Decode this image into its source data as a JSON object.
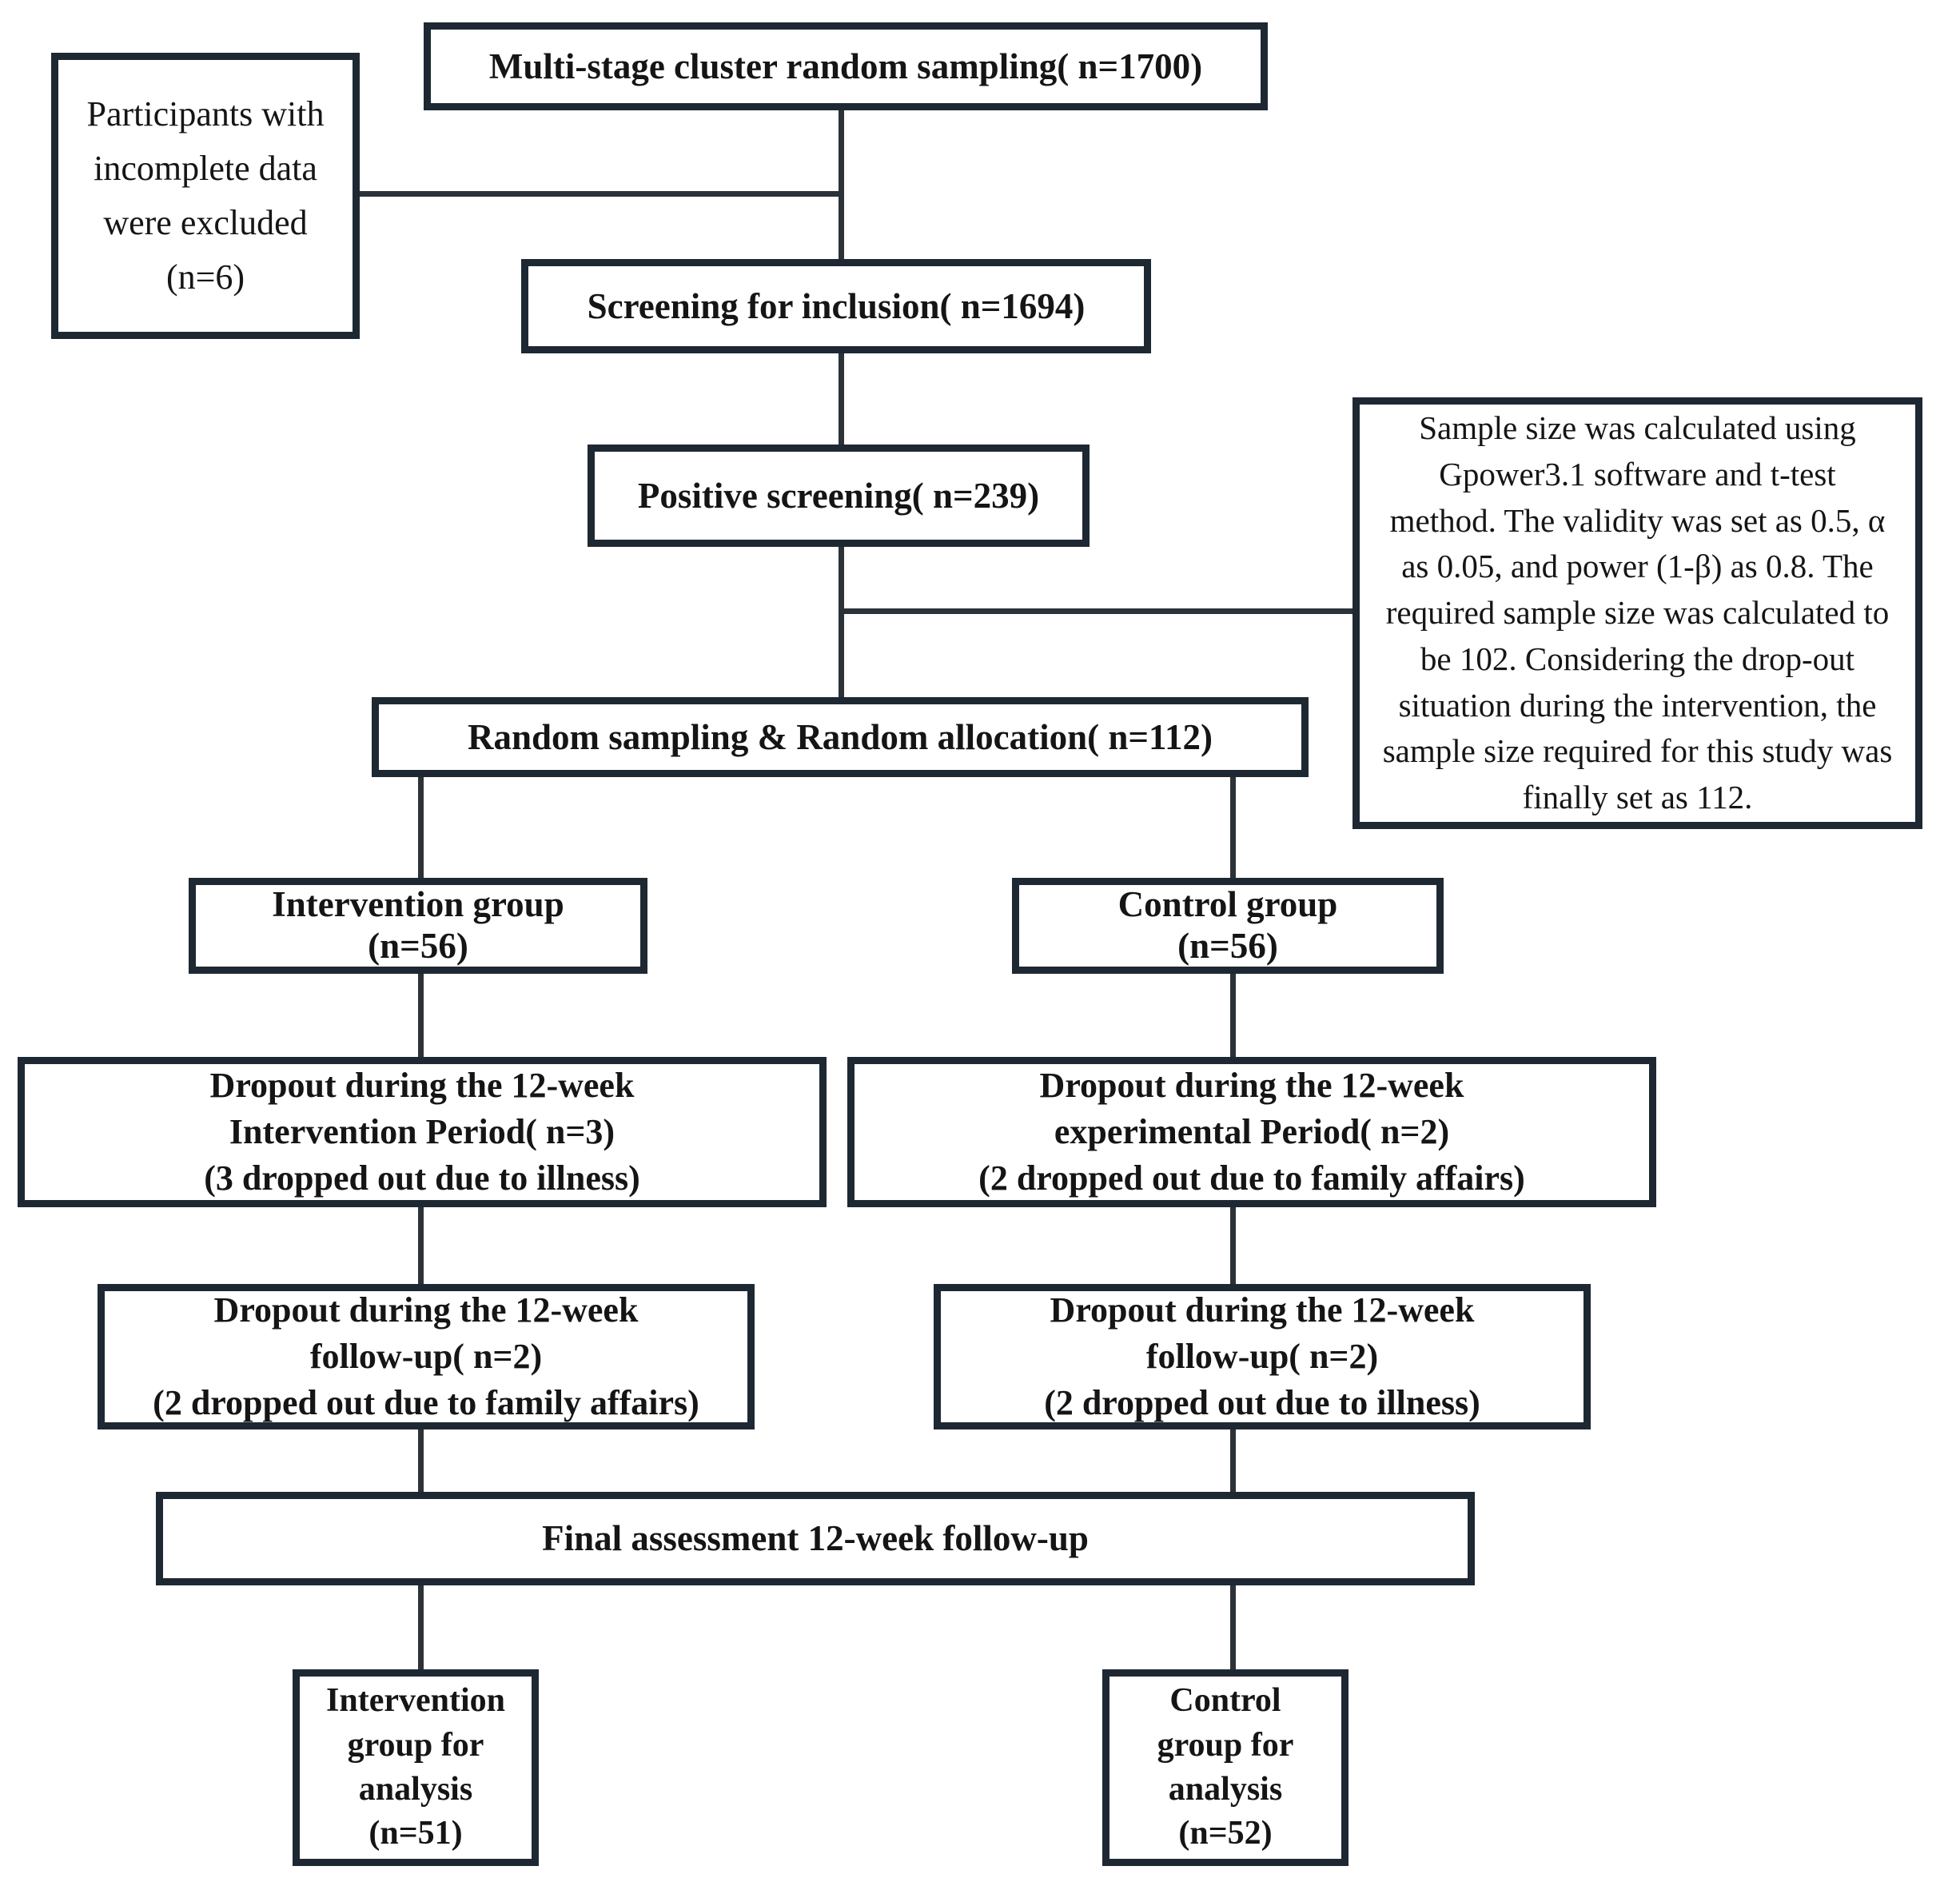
{
  "diagram": {
    "type": "consort-flowchart",
    "colors": {
      "box_border": "#1d2833",
      "connector_line": "#2b3238",
      "text": "#151515",
      "background": "#ffffff"
    },
    "boxes": {
      "sampling": "Multi-stage cluster random sampling( n=1700)",
      "excluded": "Participants with\nincomplete data\nwere excluded\n(n=6)",
      "screening": "Screening for inclusion( n=1694)",
      "positive": "Positive screening( n=239)",
      "sample_note": "Sample size was calculated using\nGpower3.1 software and t-test\nmethod. The validity was set as 0.5, α\nas 0.05, and power (1-β) as 0.8. The\nrequired sample size was calculated to\nbe 102. Considering the drop-out\nsituation during the intervention, the\nsample size required for this study was\nfinally set as 112.",
      "random": "Random sampling & Random allocation( n=112)",
      "intervention_group": "Intervention group\n(n=56)",
      "control_group": "Control group\n(n=56)",
      "dropout_intervention": "Dropout during the 12-week\nIntervention Period( n=3)\n(3 dropped out due to illness)",
      "dropout_control": "Dropout during the 12-week\nexperimental Period( n=2)\n(2 dropped out due to family affairs)",
      "followup_intervention": "Dropout during the 12-week\nfollow-up( n=2)\n(2 dropped out due to family affairs)",
      "followup_control": "Dropout during the 12-week\nfollow-up( n=2)\n(2 dropped out due to illness)",
      "final": "Final assessment 12-week follow-up",
      "analysis_intervention": "Intervention\ngroup for\nanalysis\n(n=51)",
      "analysis_control": "Control\ngroup for\nanalysis\n(n=52)"
    }
  }
}
